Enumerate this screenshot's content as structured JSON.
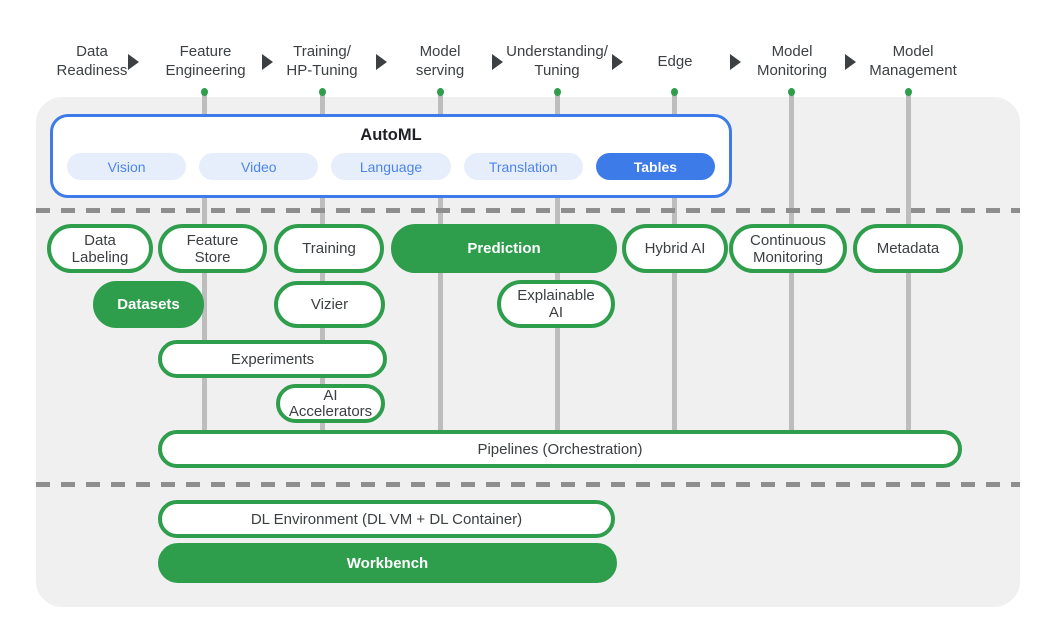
{
  "stages": [
    {
      "label": "Data Readiness"
    },
    {
      "label": "Feature Engineering"
    },
    {
      "label": "Training/ HP-Tuning"
    },
    {
      "label": "Model serving"
    },
    {
      "label": "Understanding/ Tuning"
    },
    {
      "label": "Edge"
    },
    {
      "label": "Model Monitoring"
    },
    {
      "label": "Model Management"
    }
  ],
  "automl": {
    "title": "AutoML",
    "pills": [
      {
        "label": "Vision",
        "active": false
      },
      {
        "label": "Video",
        "active": false
      },
      {
        "label": "Language",
        "active": false
      },
      {
        "label": "Translation",
        "active": false
      },
      {
        "label": "Tables",
        "active": true
      }
    ]
  },
  "components": {
    "data_labeling": "Data Labeling",
    "feature_store": "Feature Store",
    "training": "Training",
    "prediction": "Prediction",
    "hybrid_ai": "Hybrid AI",
    "continuous_monitoring": "Continuous Monitoring",
    "metadata": "Metadata",
    "datasets": "Datasets",
    "vizier": "Vizier",
    "explainable_ai": "Explainable AI",
    "experiments": "Experiments",
    "ai_accelerators": "AI Accelerators",
    "pipelines": "Pipelines (Orchestration)",
    "dl_environment": "DL Environment (DL VM + DL Container)",
    "workbench": "Workbench"
  },
  "colors": {
    "green": "#2F9E4C",
    "blue": "#3D7CE8",
    "light_blue_pill_bg": "#E7EEFB",
    "blue_text": "#4D85EC",
    "board_bg": "#F0F0F0",
    "connector_line": "#BDBDBD",
    "dashed_line": "#8E8E8E",
    "text_dark": "#3C4043"
  }
}
